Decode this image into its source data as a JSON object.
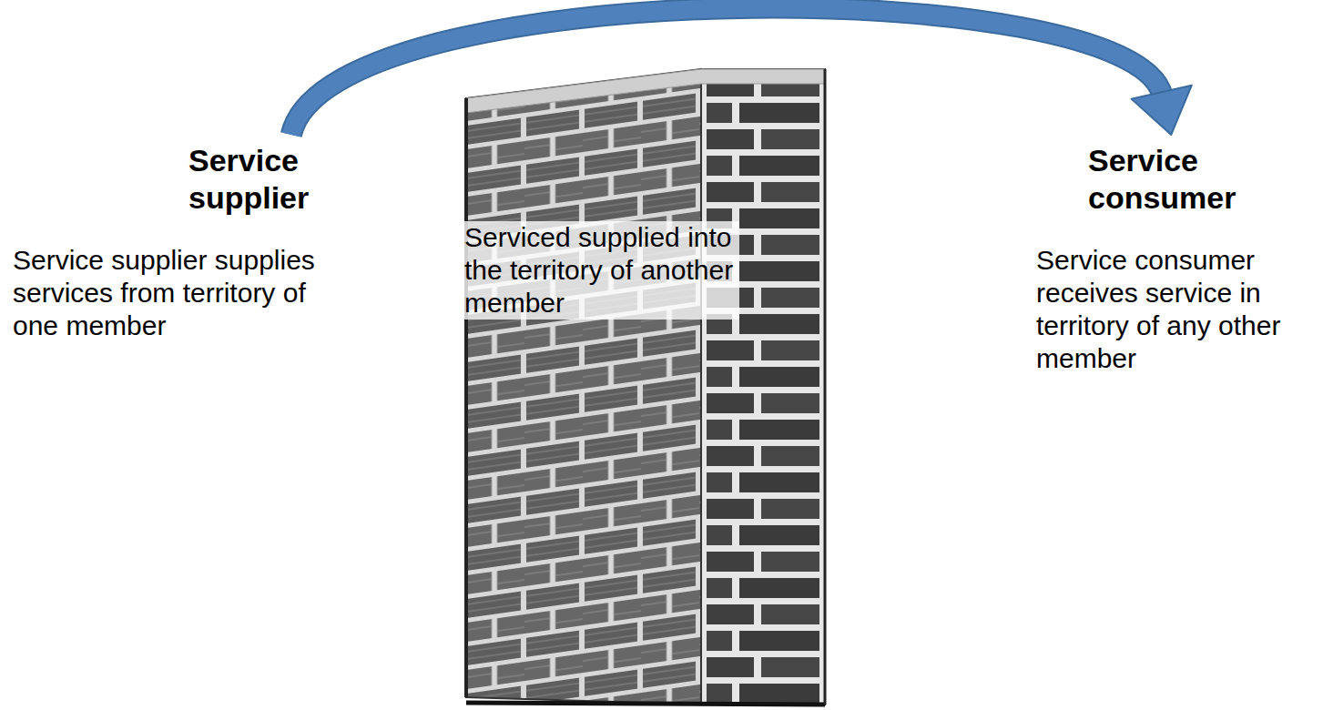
{
  "diagram": {
    "nodes": [
      {
        "text": [
          "Service supplier"
        ]
      },
      {
        "text": [
          "Service consumer"
        ]
      }
    ],
    "edges": [
      {
        "from": 0,
        "to": 1,
        "arrow": "to"
      }
    ],
    "labels": [
      "Serviced supplied into the territory of another member",
      "Service supplier supplies services from territory of one member",
      "Service consumer receives service in territory of any other member"
    ]
  }
}
